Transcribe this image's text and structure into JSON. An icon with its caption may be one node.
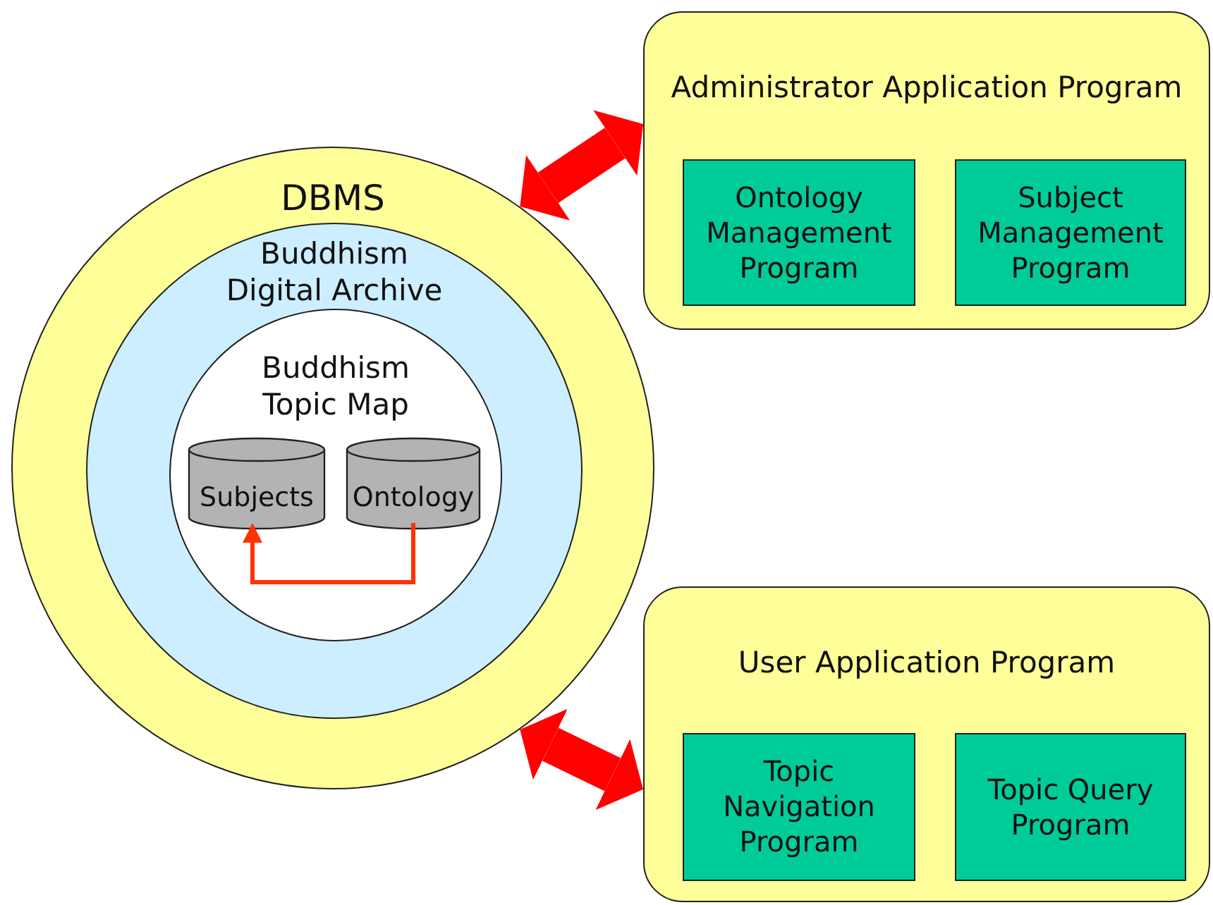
{
  "diagram": {
    "nodes": [
      {
        "text": [
          "DBMS"
        ]
      },
      {
        "text": [
          "Buddhism Digital Archive"
        ],
        "in": 0
      },
      {
        "text": [
          "Buddhism Topic Map"
        ],
        "in": 1
      },
      {
        "text": [
          "Subjects"
        ],
        "in": 2
      },
      {
        "text": [
          "Ontology"
        ],
        "in": 2
      },
      {
        "text": [
          "Administrator Application Program"
        ]
      },
      {
        "text": [
          "Ontology Management Program"
        ],
        "in": 5
      },
      {
        "text": [
          "Subject Management Program"
        ],
        "in": 5
      },
      {
        "text": [
          "User Application Program"
        ]
      },
      {
        "text": [
          "Topic Navigation Program"
        ],
        "in": 8
      },
      {
        "text": [
          "Topic Query Program"
        ],
        "in": 8
      }
    ],
    "edges": [
      {
        "from": 4,
        "to": 3,
        "arrow": "to",
        "color": "#ff3300"
      },
      {
        "from": 0,
        "to": 5,
        "arrow": "both"
      },
      {
        "from": 0,
        "to": 8,
        "arrow": "both"
      }
    ]
  }
}
